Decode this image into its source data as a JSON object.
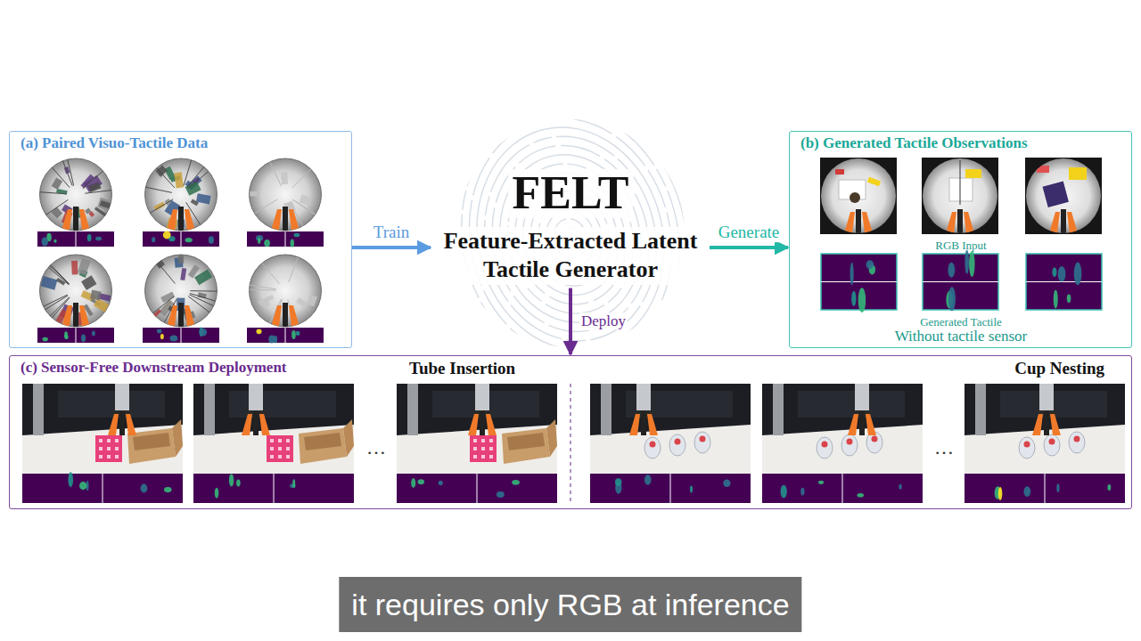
{
  "diagram": {
    "nodes": [
      {
        "text": [
          "(a) Paired Visuo-Tactile Data"
        ]
      },
      {
        "text": [
          "FELT",
          "Feature-Extracted Latent Tactile Generator"
        ]
      },
      {
        "text": [
          "(b) Generated Tactile Observations",
          "RGB Input",
          "Generated Tactile",
          "Without tactile sensor"
        ]
      },
      {
        "text": [
          "(c) Sensor-Free Downstream Deployment",
          "Tube Insertion",
          "…",
          "Cup Nesting",
          "…"
        ]
      }
    ],
    "edges": [
      {
        "from": 0,
        "to": 1,
        "arrow": "to",
        "label": "Train"
      },
      {
        "from": 1,
        "to": 2,
        "arrow": "to",
        "label": "Generate"
      },
      {
        "from": 1,
        "to": 3,
        "arrow": "to",
        "label": "Deploy"
      }
    ],
    "caption": "it requires only RGB at inference"
  }
}
